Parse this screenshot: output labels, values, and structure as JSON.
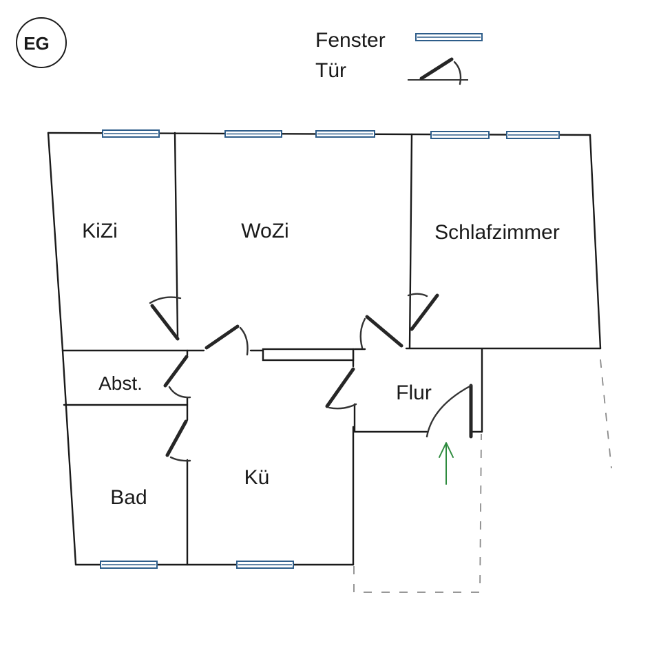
{
  "floor_badge": "EG",
  "legend": {
    "window_label": "Fenster",
    "door_label": "Tür"
  },
  "rooms": {
    "kizi": "KiZi",
    "wozi": "WoZi",
    "schlafzimmer": "Schlafzimmer",
    "abst": "Abst.",
    "flur": "Flur",
    "kueche": "Kü",
    "bad": "Bad"
  },
  "colors": {
    "wall": "#1a1a1a",
    "window": "#2e5d8a",
    "entrance_arrow": "#2e8b3e",
    "dashed_outline": "#8a8a8a"
  }
}
